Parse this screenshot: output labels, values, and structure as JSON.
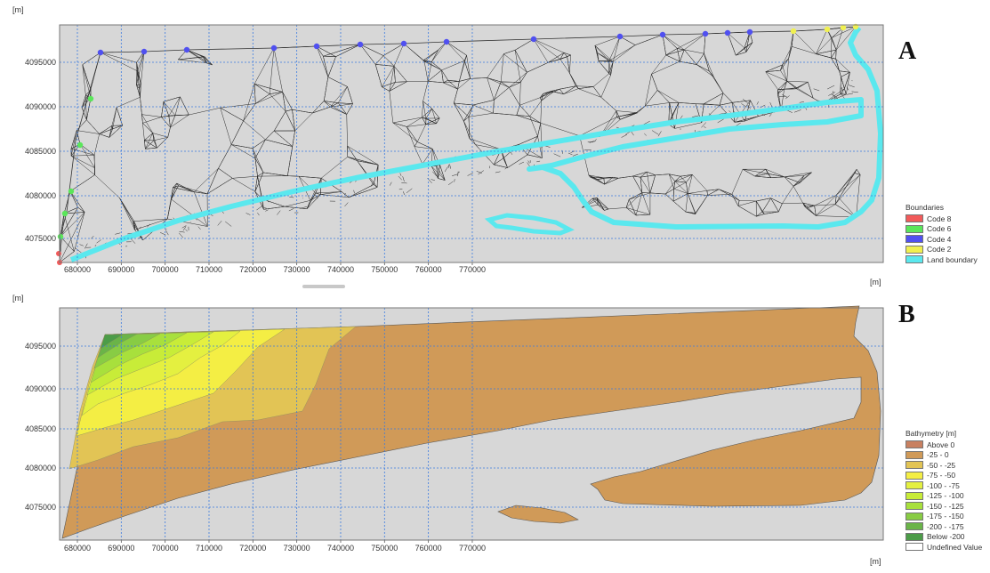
{
  "panelA": {
    "letter": "A",
    "unit_y": "[m]",
    "unit_x": "[m]",
    "legend": {
      "title": "Boundaries",
      "items": [
        {
          "label": "Code 8",
          "color": "#f25a5a"
        },
        {
          "label": "Code 6",
          "color": "#5ae65a"
        },
        {
          "label": "Code 4",
          "color": "#5050f0"
        },
        {
          "label": "Code 2",
          "color": "#f0f050"
        },
        {
          "label": "Land boundary",
          "color": "#5ae8ee"
        }
      ]
    }
  },
  "panelB": {
    "letter": "B",
    "unit_y": "[m]",
    "unit_x": "[m]",
    "legend": {
      "title": "Bathymetry [m]",
      "items": [
        {
          "label": "Above    0",
          "color": "#c88060"
        },
        {
          "label": "-25 -    0",
          "color": "#d09a58"
        },
        {
          "label": "-50 -  -25",
          "color": "#e2c455"
        },
        {
          "label": "-75 -  -50",
          "color": "#f4ee44"
        },
        {
          "label": "-100 -  -75",
          "color": "#e4f040"
        },
        {
          "label": "-125 - -100",
          "color": "#c8ec38"
        },
        {
          "label": "-150 - -125",
          "color": "#a8e03c"
        },
        {
          "label": "-175 - -150",
          "color": "#88cc44"
        },
        {
          "label": "-200 - -175",
          "color": "#6ab448"
        },
        {
          "label": "Below -200",
          "color": "#4c9c48"
        },
        {
          "label": "Undefined Value",
          "color": "#ffffff"
        }
      ]
    }
  },
  "axes": {
    "xticks": [
      "680000",
      "690000",
      "700000",
      "710000",
      "720000",
      "730000",
      "740000",
      "750000",
      "760000",
      "770000"
    ],
    "yticks": [
      "4095000",
      "4090000",
      "4085000",
      "4080000",
      "4075000"
    ]
  }
}
